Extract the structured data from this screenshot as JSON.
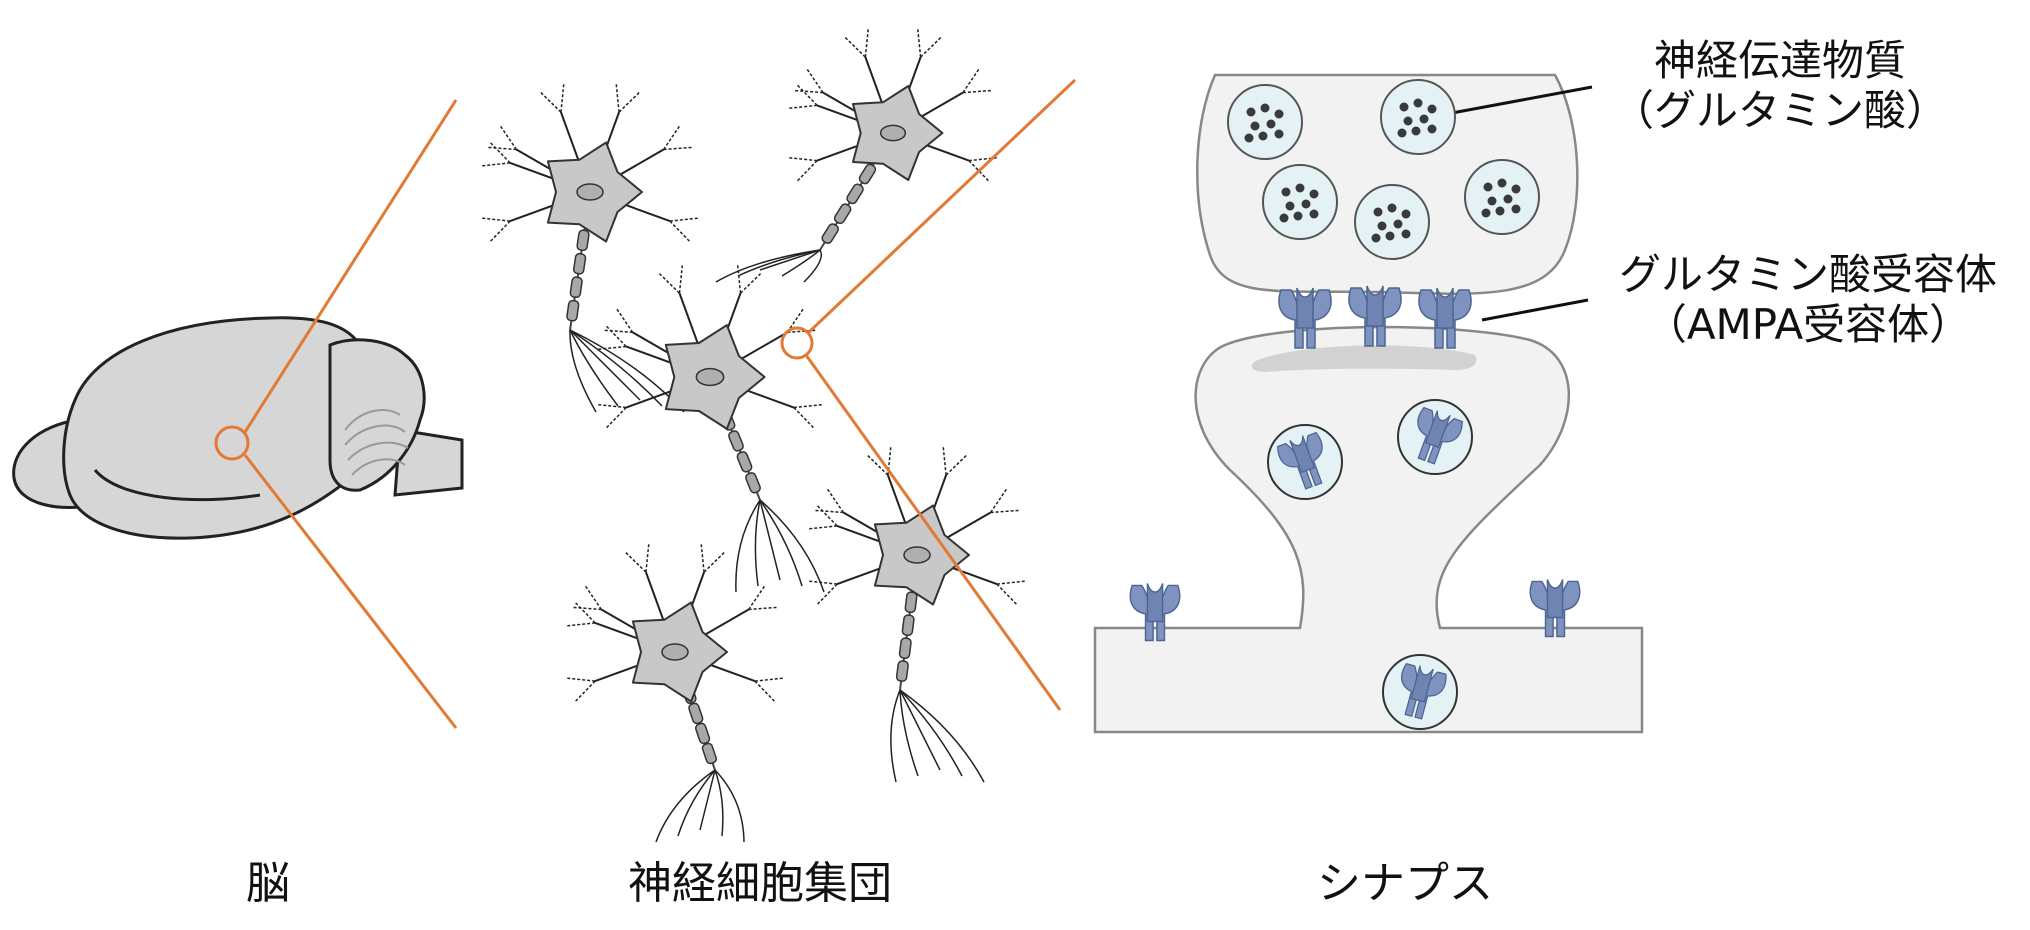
{
  "colors": {
    "accent_orange": "#E07A35",
    "tissue_gray": "#D6D6D6",
    "cell_gray": "#C8C8C8",
    "synapse_fill": "#F2F2F2",
    "vesicle_fill": "#E4F2F6",
    "receptor_blue": "#7E93BF",
    "transmitter_dot": "#3A3A3A"
  },
  "labels": {
    "brain": "脳",
    "neuron_population": "神経細胞集団",
    "synapse": "シナプス",
    "neurotransmitter_line1": "神経伝達物質",
    "neurotransmitter_line2": "（グルタミン酸）",
    "receptor_line1": "グルタミン酸受容体",
    "receptor_line2": "（AMPA受容体）"
  }
}
